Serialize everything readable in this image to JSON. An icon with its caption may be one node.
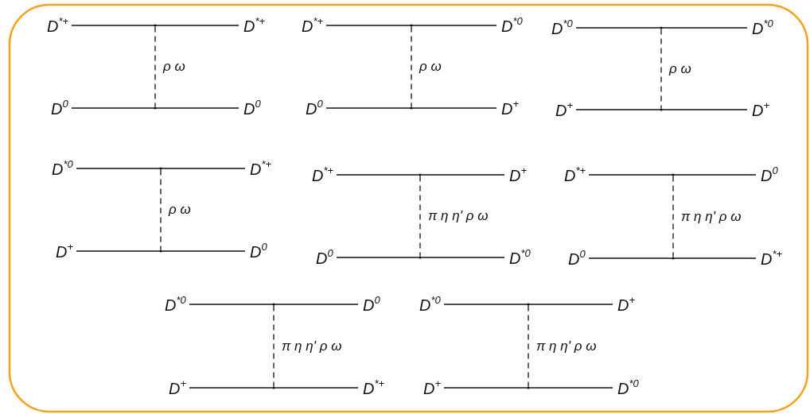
{
  "diagram": {
    "nodes": [
      {
        "text": [
          "D$^{*+}$"
        ]
      },
      {
        "text": [
          "D$^{*+}$"
        ]
      },
      {
        "text": [
          "D$^{0}$"
        ]
      },
      {
        "text": [
          "D$^{0}$"
        ]
      },
      {
        "text": [],
        "shape": "dot"
      },
      {
        "text": [],
        "shape": "dot"
      },
      {
        "text": [
          "D$^{*+}$"
        ]
      },
      {
        "text": [
          "D$^{*0}$"
        ]
      },
      {
        "text": [
          "D$^{0}$"
        ]
      },
      {
        "text": [
          "D$^{+}$"
        ]
      },
      {
        "text": [],
        "shape": "dot"
      },
      {
        "text": [],
        "shape": "dot"
      },
      {
        "text": [
          "D$^{*0}$"
        ]
      },
      {
        "text": [
          "D$^{*0}$"
        ]
      },
      {
        "text": [
          "D$^{+}$"
        ]
      },
      {
        "text": [
          "D$^{+}$"
        ]
      },
      {
        "text": [],
        "shape": "dot"
      },
      {
        "text": [],
        "shape": "dot"
      },
      {
        "text": [
          "D$^{*0}$"
        ]
      },
      {
        "text": [
          "D$^{*+}$"
        ]
      },
      {
        "text": [
          "D$^{+}$"
        ]
      },
      {
        "text": [
          "D$^{0}$"
        ]
      },
      {
        "text": [],
        "shape": "dot"
      },
      {
        "text": [],
        "shape": "dot"
      },
      {
        "text": [
          "D$^{*+}$"
        ]
      },
      {
        "text": [
          "D$^{+}$"
        ]
      },
      {
        "text": [
          "D$^{0}$"
        ]
      },
      {
        "text": [
          "D$^{*0}$"
        ]
      },
      {
        "text": [],
        "shape": "dot"
      },
      {
        "text": [],
        "shape": "dot"
      },
      {
        "text": [
          "D$^{*+}$"
        ]
      },
      {
        "text": [
          "D$^{0}$"
        ]
      },
      {
        "text": [
          "D$^{0}$"
        ]
      },
      {
        "text": [
          "D$^{*+}$"
        ]
      },
      {
        "text": [],
        "shape": "dot"
      },
      {
        "text": [],
        "shape": "dot"
      },
      {
        "text": [
          "D$^{*0}$"
        ]
      },
      {
        "text": [
          "D$^{0}$"
        ]
      },
      {
        "text": [
          "D$^{+}$"
        ]
      },
      {
        "text": [
          "D$^{*+}$"
        ]
      },
      {
        "text": [],
        "shape": "dot"
      },
      {
        "text": [],
        "shape": "dot"
      },
      {
        "text": [
          "D$^{*0}$"
        ]
      },
      {
        "text": [
          "D$^{+}$"
        ]
      },
      {
        "text": [
          "D$^{+}$"
        ]
      },
      {
        "text": [
          "D$^{*0}$"
        ]
      },
      {
        "text": [],
        "shape": "dot"
      },
      {
        "text": [],
        "shape": "dot"
      }
    ],
    "edges": [
      {
        "from": 0,
        "to": 1,
        "arrow": "none"
      },
      {
        "from": 2,
        "to": 3,
        "arrow": "none"
      },
      {
        "from": 4,
        "to": 5,
        "arrow": "none",
        "style": "dashed",
        "label": "ρ ω"
      },
      {
        "from": 6,
        "to": 7,
        "arrow": "none"
      },
      {
        "from": 8,
        "to": 9,
        "arrow": "none"
      },
      {
        "from": 10,
        "to": 11,
        "arrow": "none",
        "style": "dashed",
        "label": "ρ ω"
      },
      {
        "from": 12,
        "to": 13,
        "arrow": "none"
      },
      {
        "from": 14,
        "to": 15,
        "arrow": "none"
      },
      {
        "from": 16,
        "to": 17,
        "arrow": "none",
        "style": "dashed",
        "label": "ρ ω"
      },
      {
        "from": 18,
        "to": 19,
        "arrow": "none"
      },
      {
        "from": 20,
        "to": 21,
        "arrow": "none"
      },
      {
        "from": 22,
        "to": 23,
        "arrow": "none",
        "style": "dashed",
        "label": "ρ ω"
      },
      {
        "from": 24,
        "to": 25,
        "arrow": "none"
      },
      {
        "from": 26,
        "to": 27,
        "arrow": "none"
      },
      {
        "from": 28,
        "to": 29,
        "arrow": "none",
        "style": "dashed",
        "label": "π η η' ρ ω"
      },
      {
        "from": 30,
        "to": 31,
        "arrow": "none"
      },
      {
        "from": 32,
        "to": 33,
        "arrow": "none"
      },
      {
        "from": 34,
        "to": 35,
        "arrow": "none",
        "style": "dashed",
        "label": "π η η' ρ ω"
      },
      {
        "from": 36,
        "to": 37,
        "arrow": "none"
      },
      {
        "from": 38,
        "to": 39,
        "arrow": "none"
      },
      {
        "from": 40,
        "to": 41,
        "arrow": "none",
        "style": "dashed",
        "label": "π η η' ρ ω"
      },
      {
        "from": 42,
        "to": 43,
        "arrow": "none"
      },
      {
        "from": 44,
        "to": 45,
        "arrow": "none"
      },
      {
        "from": 46,
        "to": 47,
        "arrow": "none",
        "style": "dashed",
        "label": "π η η' ρ ω"
      }
    ]
  }
}
